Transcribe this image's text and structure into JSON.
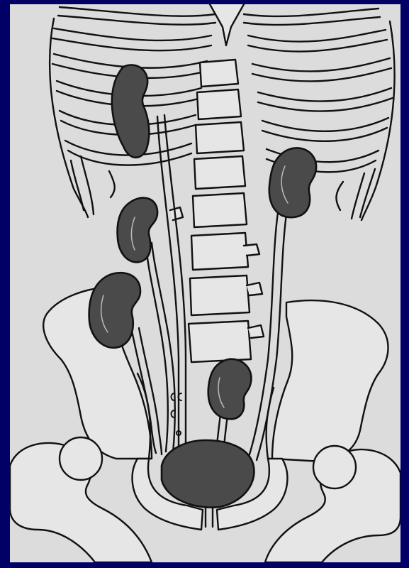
{
  "figure": {
    "subject": "urinary-system-anatomical-illustration",
    "style": "black ink line drawing on grey paper scan",
    "colors": {
      "border": "#000066",
      "paper": "#dcdcdc",
      "ink": "#111111",
      "organ_fill": "#4a4a4a",
      "bone_fill": "#e6e6e6"
    },
    "structures": [
      "rib-cage",
      "vertebral-column",
      "pelvis",
      "femur-heads",
      "kidneys",
      "ureters",
      "bladder"
    ],
    "kidney_count": 5,
    "text_labels": []
  }
}
